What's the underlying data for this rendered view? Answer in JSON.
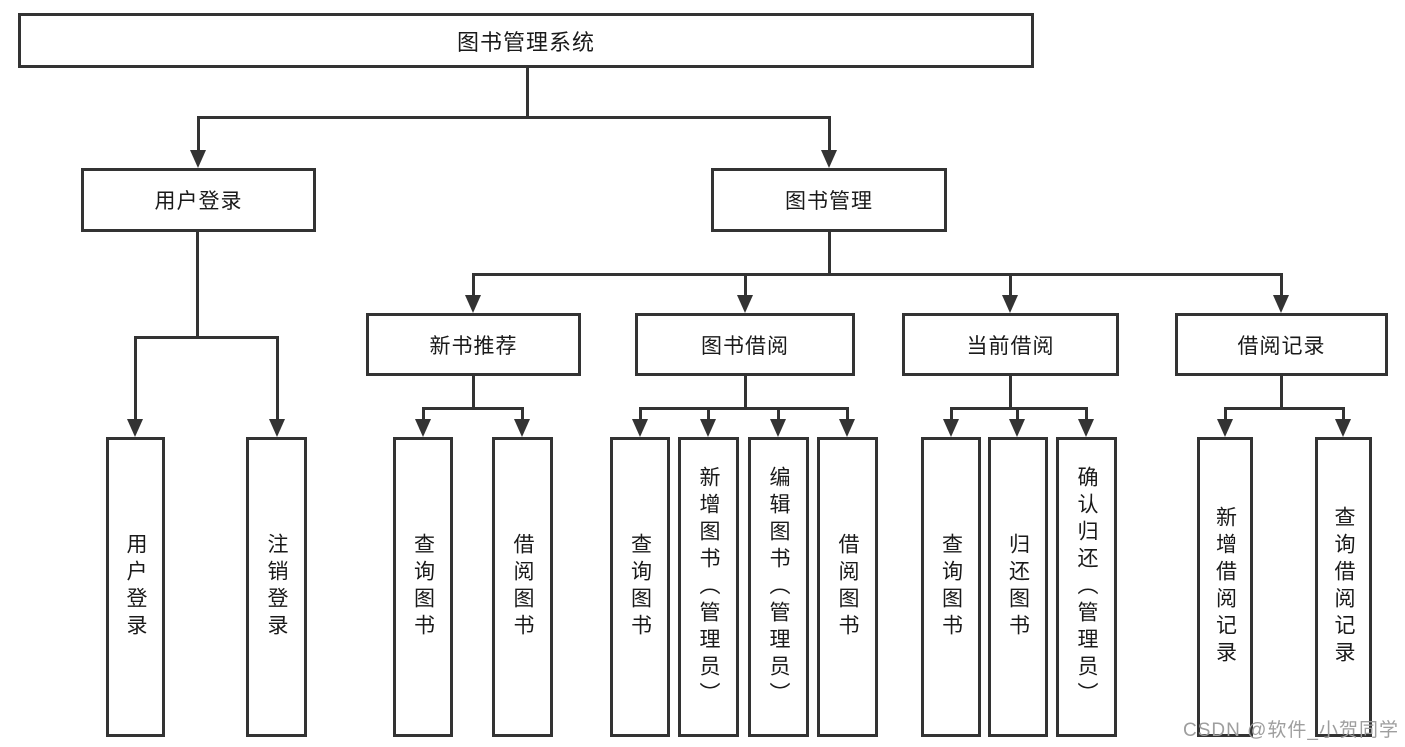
{
  "diagram": {
    "type": "hierarchy-tree",
    "orientation": "top-down",
    "line_color": "#333333",
    "text_color": "#1a1a1a",
    "background_color": "#ffffff",
    "watermark": {
      "text": "CSDN @软件_小贺同学",
      "color": "#9e9e9e"
    }
  },
  "tree": {
    "root": "图书管理系统",
    "branches": [
      {
        "label": "用户登录",
        "children": [
          {
            "label": "用户登录"
          },
          {
            "label": "注销登录"
          }
        ]
      },
      {
        "label": "图书管理",
        "children": [
          {
            "label": "新书推荐",
            "children": [
              {
                "label": "查询图书"
              },
              {
                "label": "借阅图书"
              }
            ]
          },
          {
            "label": "图书借阅",
            "children": [
              {
                "label": "查询图书"
              },
              {
                "label": "新增图书（管理员）"
              },
              {
                "label": "编辑图书（管理员）"
              },
              {
                "label": "借阅图书"
              }
            ]
          },
          {
            "label": "当前借阅",
            "children": [
              {
                "label": "查询图书"
              },
              {
                "label": "归还图书"
              },
              {
                "label": "确认归还（管理员）"
              }
            ]
          },
          {
            "label": "借阅记录",
            "children": [
              {
                "label": "新增借阅记录"
              },
              {
                "label": "查询借阅记录"
              }
            ]
          }
        ]
      }
    ]
  }
}
